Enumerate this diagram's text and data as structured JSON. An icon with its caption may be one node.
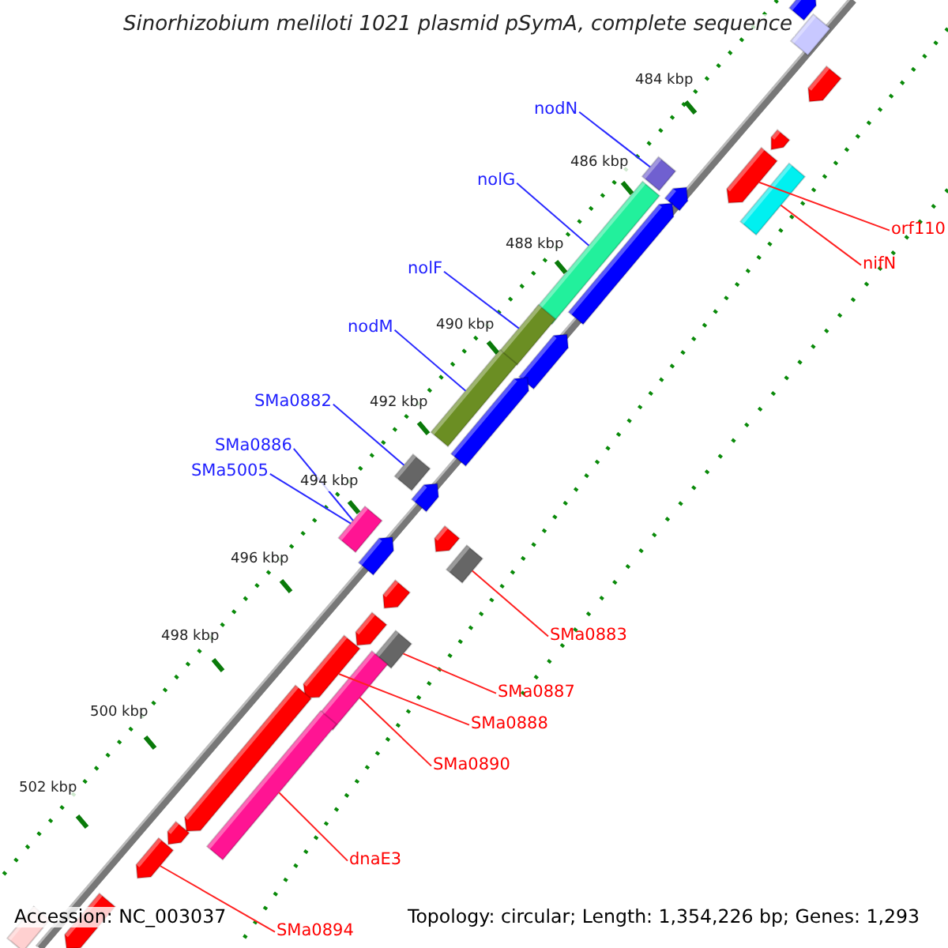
{
  "diagram": {
    "title": "Sinorhizobium meliloti 1021 plasmid pSymA, complete sequence",
    "nodes": [
      {
        "text": [
          "nodN"
        ]
      },
      {
        "text": [
          "nolG"
        ]
      },
      {
        "text": [
          "nolF"
        ]
      },
      {
        "text": [
          "nodM"
        ]
      },
      {
        "text": [
          "SMa0882"
        ]
      },
      {
        "text": [
          "SMa0886"
        ]
      },
      {
        "text": [
          "SMa5005"
        ]
      },
      {
        "text": [
          "orf110"
        ]
      },
      {
        "text": [
          "nifN"
        ]
      },
      {
        "text": [
          "SMa0883"
        ]
      },
      {
        "text": [
          "SMa0887"
        ]
      },
      {
        "text": [
          "SMa0888"
        ]
      },
      {
        "text": [
          "SMa0890"
        ]
      },
      {
        "text": [
          "dnaE3"
        ]
      },
      {
        "text": [
          "SMa0894"
        ]
      },
      {
        "text": [],
        "shape": "bar"
      },
      {
        "text": [],
        "shape": "bar"
      },
      {
        "text": [],
        "shape": "bar"
      },
      {
        "text": [],
        "shape": "bar"
      },
      {
        "text": [],
        "shape": "bar"
      },
      {
        "text": [],
        "shape": "bar"
      },
      {
        "text": [],
        "shape": "bar"
      },
      {
        "text": [],
        "shape": "bar"
      },
      {
        "text": [],
        "shape": "bar"
      },
      {
        "text": [],
        "shape": "bar"
      },
      {
        "text": [],
        "shape": "bar"
      },
      {
        "text": [],
        "shape": "bar"
      },
      {
        "text": [],
        "shape": "bar"
      },
      {
        "text": [],
        "shape": "bar"
      },
      {
        "text": [],
        "shape": "bar"
      },
      {
        "text": [],
        "shape": "bar"
      },
      {
        "text": [],
        "shape": "bar"
      },
      {
        "text": [],
        "shape": "bar"
      },
      {
        "text": [],
        "shape": "bar"
      },
      {
        "text": [],
        "shape": "bar"
      },
      {
        "text": [],
        "shape": "bar"
      },
      {
        "text": [],
        "shape": "bar"
      },
      {
        "text": [],
        "shape": "bar"
      },
      {
        "text": [],
        "shape": "bar"
      },
      {
        "text": [],
        "shape": "bar"
      },
      {
        "text": [],
        "shape": "bar"
      },
      {
        "text": [],
        "shape": "bar"
      },
      {
        "text": [],
        "shape": "bar"
      },
      {
        "text": [],
        "shape": "bar"
      },
      {
        "text": [],
        "shape": "bar"
      },
      {
        "text": [],
        "shape": "bar"
      }
    ],
    "edges": [
      {
        "from": 0,
        "to": 15,
        "arrow": "none",
        "color": "#2a2aff"
      },
      {
        "from": 1,
        "to": 16,
        "arrow": "none",
        "color": "#2a2aff"
      },
      {
        "from": 2,
        "to": 17,
        "arrow": "none",
        "color": "#2a2aff"
      },
      {
        "from": 3,
        "to": 18,
        "arrow": "none",
        "color": "#2a2aff"
      },
      {
        "from": 4,
        "to": 19,
        "arrow": "none",
        "color": "#2a2aff"
      },
      {
        "from": 5,
        "to": 20,
        "arrow": "none",
        "color": "#2a2aff"
      },
      {
        "from": 6,
        "to": 20,
        "arrow": "none",
        "color": "#2a2aff"
      },
      {
        "from": 7,
        "to": 21,
        "arrow": "none"
      },
      {
        "from": 8,
        "to": 22,
        "arrow": "none"
      },
      {
        "from": 9,
        "to": 23,
        "arrow": "none"
      },
      {
        "from": 10,
        "to": 24,
        "arrow": "none"
      },
      {
        "from": 11,
        "to": 25,
        "arrow": "none"
      },
      {
        "from": 12,
        "to": 26,
        "arrow": "none"
      },
      {
        "from": 13,
        "to": 27,
        "arrow": "none"
      },
      {
        "from": 14,
        "to": 28,
        "arrow": "none"
      }
    ],
    "labels": [
      "484 kbp",
      "486 kbp",
      "488 kbp",
      "490 kbp",
      "492 kbp",
      "494 kbp",
      "496 kbp",
      "498 kbp",
      "500 kbp",
      "502 kbp",
      "Accession: NC_003037",
      "Topology: circular; Length: 1,354,226 bp; Genes: 1,293"
    ]
  }
}
